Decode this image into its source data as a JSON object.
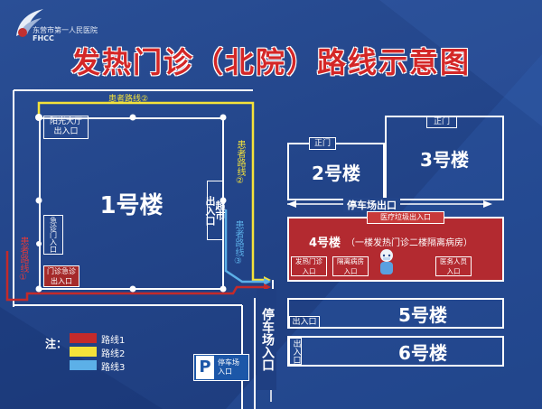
{
  "header": {
    "logo_text_cn": "东营市第一人民医院",
    "logo_text_en": "FHCC",
    "title": "发热门诊（北院）路线示意图"
  },
  "colors": {
    "background": "#23458a",
    "title_red": "#d42727",
    "route1": "#c42a2a",
    "route2": "#f4e23a",
    "route3": "#5cb0e8",
    "building4": "#b32a30"
  },
  "buildings": {
    "b1": {
      "label": "1号楼",
      "corner_entrance": "阳光大厅\n出入口",
      "supermarket": "超市\n出入口"
    },
    "b2": {
      "label": "2号楼",
      "gate": "正门"
    },
    "b3": {
      "label": "3号楼",
      "gate": "正门"
    },
    "b4": {
      "garbage_exit": "医疗垃圾出入口",
      "label": "4号楼",
      "desc": "（一楼发热门诊二楼隔离病房）",
      "entrances": [
        "发热门诊\n入口",
        "隔离病房\n入口",
        "医务人员\n入口"
      ]
    },
    "b5": {
      "label": "5号楼",
      "entrance": "出入口"
    },
    "b6": {
      "label": "6号楼",
      "entrance": "出入口"
    }
  },
  "routes": {
    "route1_label": "患者路线①",
    "route2_top_label": "患者路线②",
    "route2_side_label": "患者路线②",
    "route3_label": "患者路线③",
    "left_small_label_top": "急诊门入口",
    "left_small_label_bottom": "门诊急诊\n出入口"
  },
  "parking": {
    "exit": "停车场出口",
    "entrance_vertical": "停车场入口",
    "p_symbol": "P",
    "sign_text": "停车场\n入口"
  },
  "legend": {
    "title": "注：",
    "items": [
      {
        "label": "路线1",
        "color": "#c42a2a"
      },
      {
        "label": "路线2",
        "color": "#f4e23a"
      },
      {
        "label": "路线3",
        "color": "#5cb0e8"
      }
    ]
  }
}
